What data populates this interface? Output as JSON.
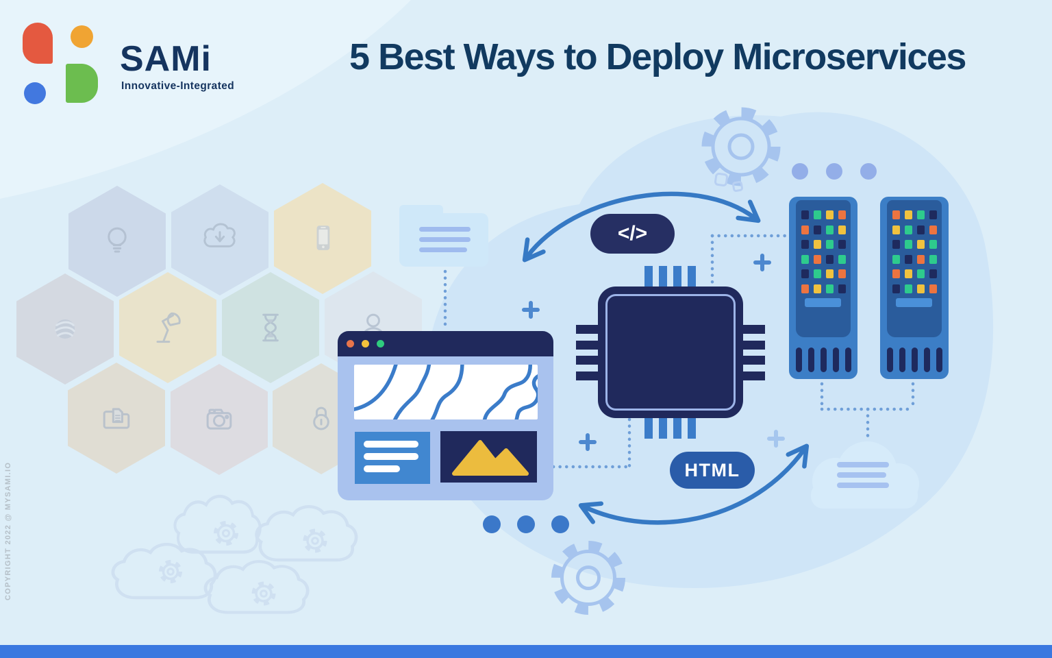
{
  "page": {
    "background": "#ddeef8",
    "accent_bar_color": "#3a78e0"
  },
  "header": {
    "brand": "SAMi",
    "tagline": "Innovative-Integrated",
    "title": "5 Best Ways to Deploy Microservices"
  },
  "watermark": "COPYRIGHT 2022 @ MYSAMI.IO",
  "labels": {
    "code_badge": "</>",
    "html_badge": "HTML"
  },
  "palette": {
    "navy": "#1e2a5e",
    "green": "#2ecb8d",
    "yellow": "#f0c23f",
    "orange": "#ec7440"
  },
  "servers": {
    "towers": [
      {
        "grid": [
          [
            "navy",
            "green",
            "yellow",
            "orange"
          ],
          [
            "orange",
            "navy",
            "green",
            "yellow"
          ],
          [
            "navy",
            "yellow",
            "green",
            "navy"
          ],
          [
            "green",
            "orange",
            "navy",
            "green"
          ],
          [
            "navy",
            "green",
            "yellow",
            "orange"
          ],
          [
            "orange",
            "yellow",
            "green",
            "navy"
          ]
        ]
      },
      {
        "grid": [
          [
            "orange",
            "yellow",
            "green",
            "navy"
          ],
          [
            "yellow",
            "green",
            "navy",
            "orange"
          ],
          [
            "navy",
            "green",
            "yellow",
            "green"
          ],
          [
            "green",
            "navy",
            "orange",
            "green"
          ],
          [
            "orange",
            "yellow",
            "green",
            "navy"
          ],
          [
            "navy",
            "green",
            "yellow",
            "orange"
          ]
        ]
      }
    ]
  },
  "decorations": {
    "hexagon_icons": [
      "lightbulb-icon",
      "cloud-download-icon",
      "smartphone-icon",
      "globe-icon",
      "desk-lamp-icon",
      "hourglass-icon",
      "person-icon",
      "folder-file-icon",
      "camera-icon",
      "lock-icon"
    ],
    "other_icons": [
      "gear-icon",
      "cloud-icon",
      "plus-icon",
      "folder-icon",
      "browser-window",
      "cpu-chip-icon",
      "server-icon",
      "mountain-image-icon",
      "code-icon"
    ]
  }
}
